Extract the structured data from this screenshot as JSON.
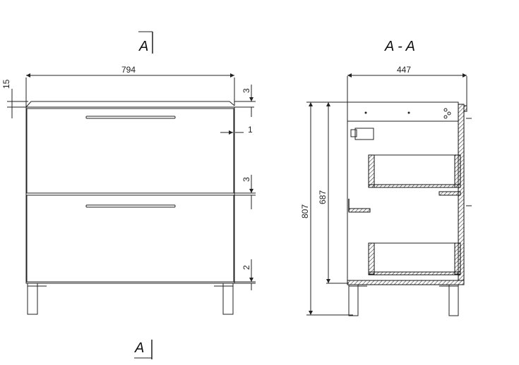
{
  "views": {
    "front": {
      "section_marker_top": "A",
      "section_marker_bottom": "A",
      "dim_width": "794",
      "dim_top_thickness": "15",
      "dim_top_gap": "3",
      "dim_side_gap": "1",
      "dim_middle_gap": "3",
      "dim_bottom_gap": "2"
    },
    "section": {
      "title": "A - A",
      "dim_depth": "447",
      "dim_total_height": "807",
      "dim_body_height": "687"
    }
  },
  "colors": {
    "line": "#222222",
    "hatch": "#333333",
    "background": "#ffffff"
  }
}
